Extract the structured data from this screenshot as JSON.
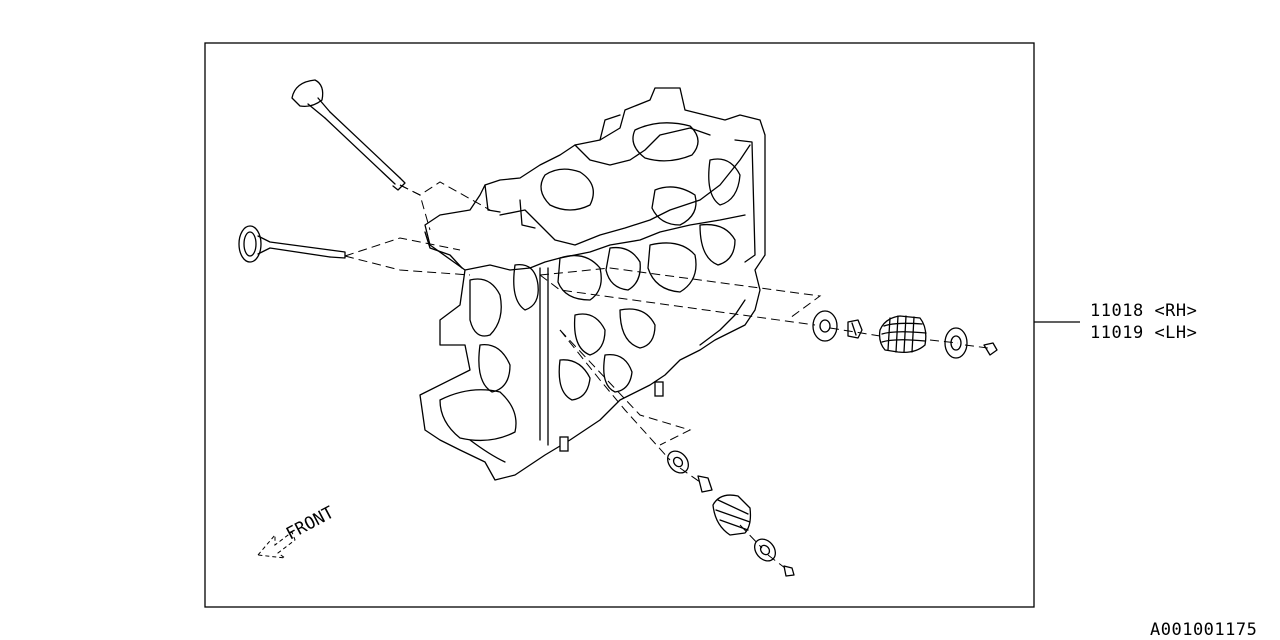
{
  "diagram": {
    "front_label": "FRONT",
    "callouts": [
      {
        "part_no": "11018",
        "side": "<RH>"
      },
      {
        "part_no": "11019",
        "side": "<LH>"
      }
    ],
    "drawing_code": "A001001175"
  }
}
